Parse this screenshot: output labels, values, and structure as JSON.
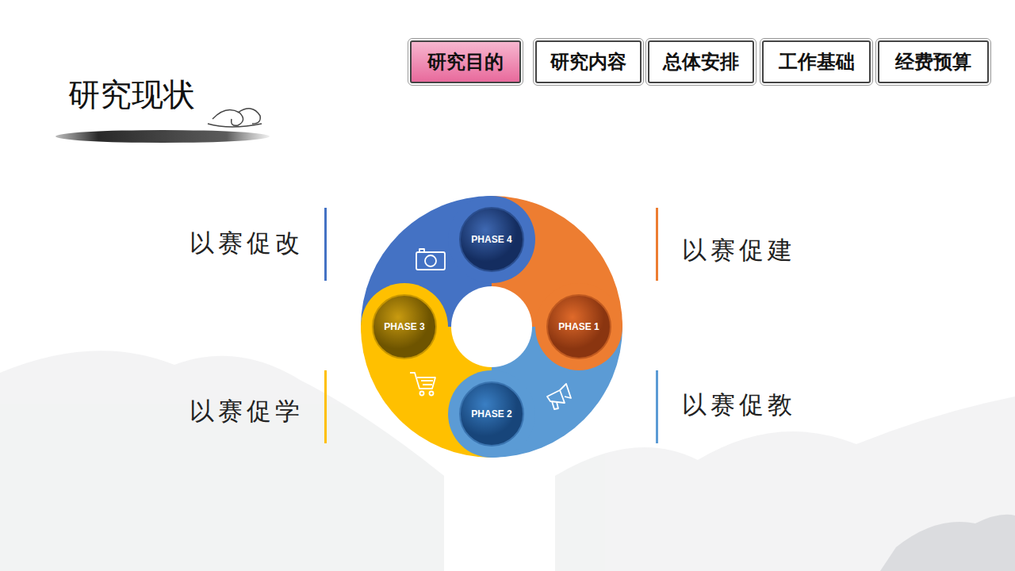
{
  "diagram": {
    "title": "研究现状",
    "nodes": [
      {
        "text": [
          "研究目的"
        ]
      },
      {
        "text": [
          "研究内容"
        ]
      },
      {
        "text": [
          "总体安排"
        ]
      },
      {
        "text": [
          "工作基础"
        ]
      },
      {
        "text": [
          "经费预算"
        ]
      },
      {
        "text": [
          "PHASE 4"
        ]
      },
      {
        "text": [
          "PHASE 3"
        ]
      },
      {
        "text": [
          "PHASE 1"
        ]
      },
      {
        "text": [
          "PHASE 2"
        ]
      }
    ],
    "labels": [
      "以赛促改",
      "以赛促建",
      "以赛促学",
      "以赛促教"
    ]
  }
}
